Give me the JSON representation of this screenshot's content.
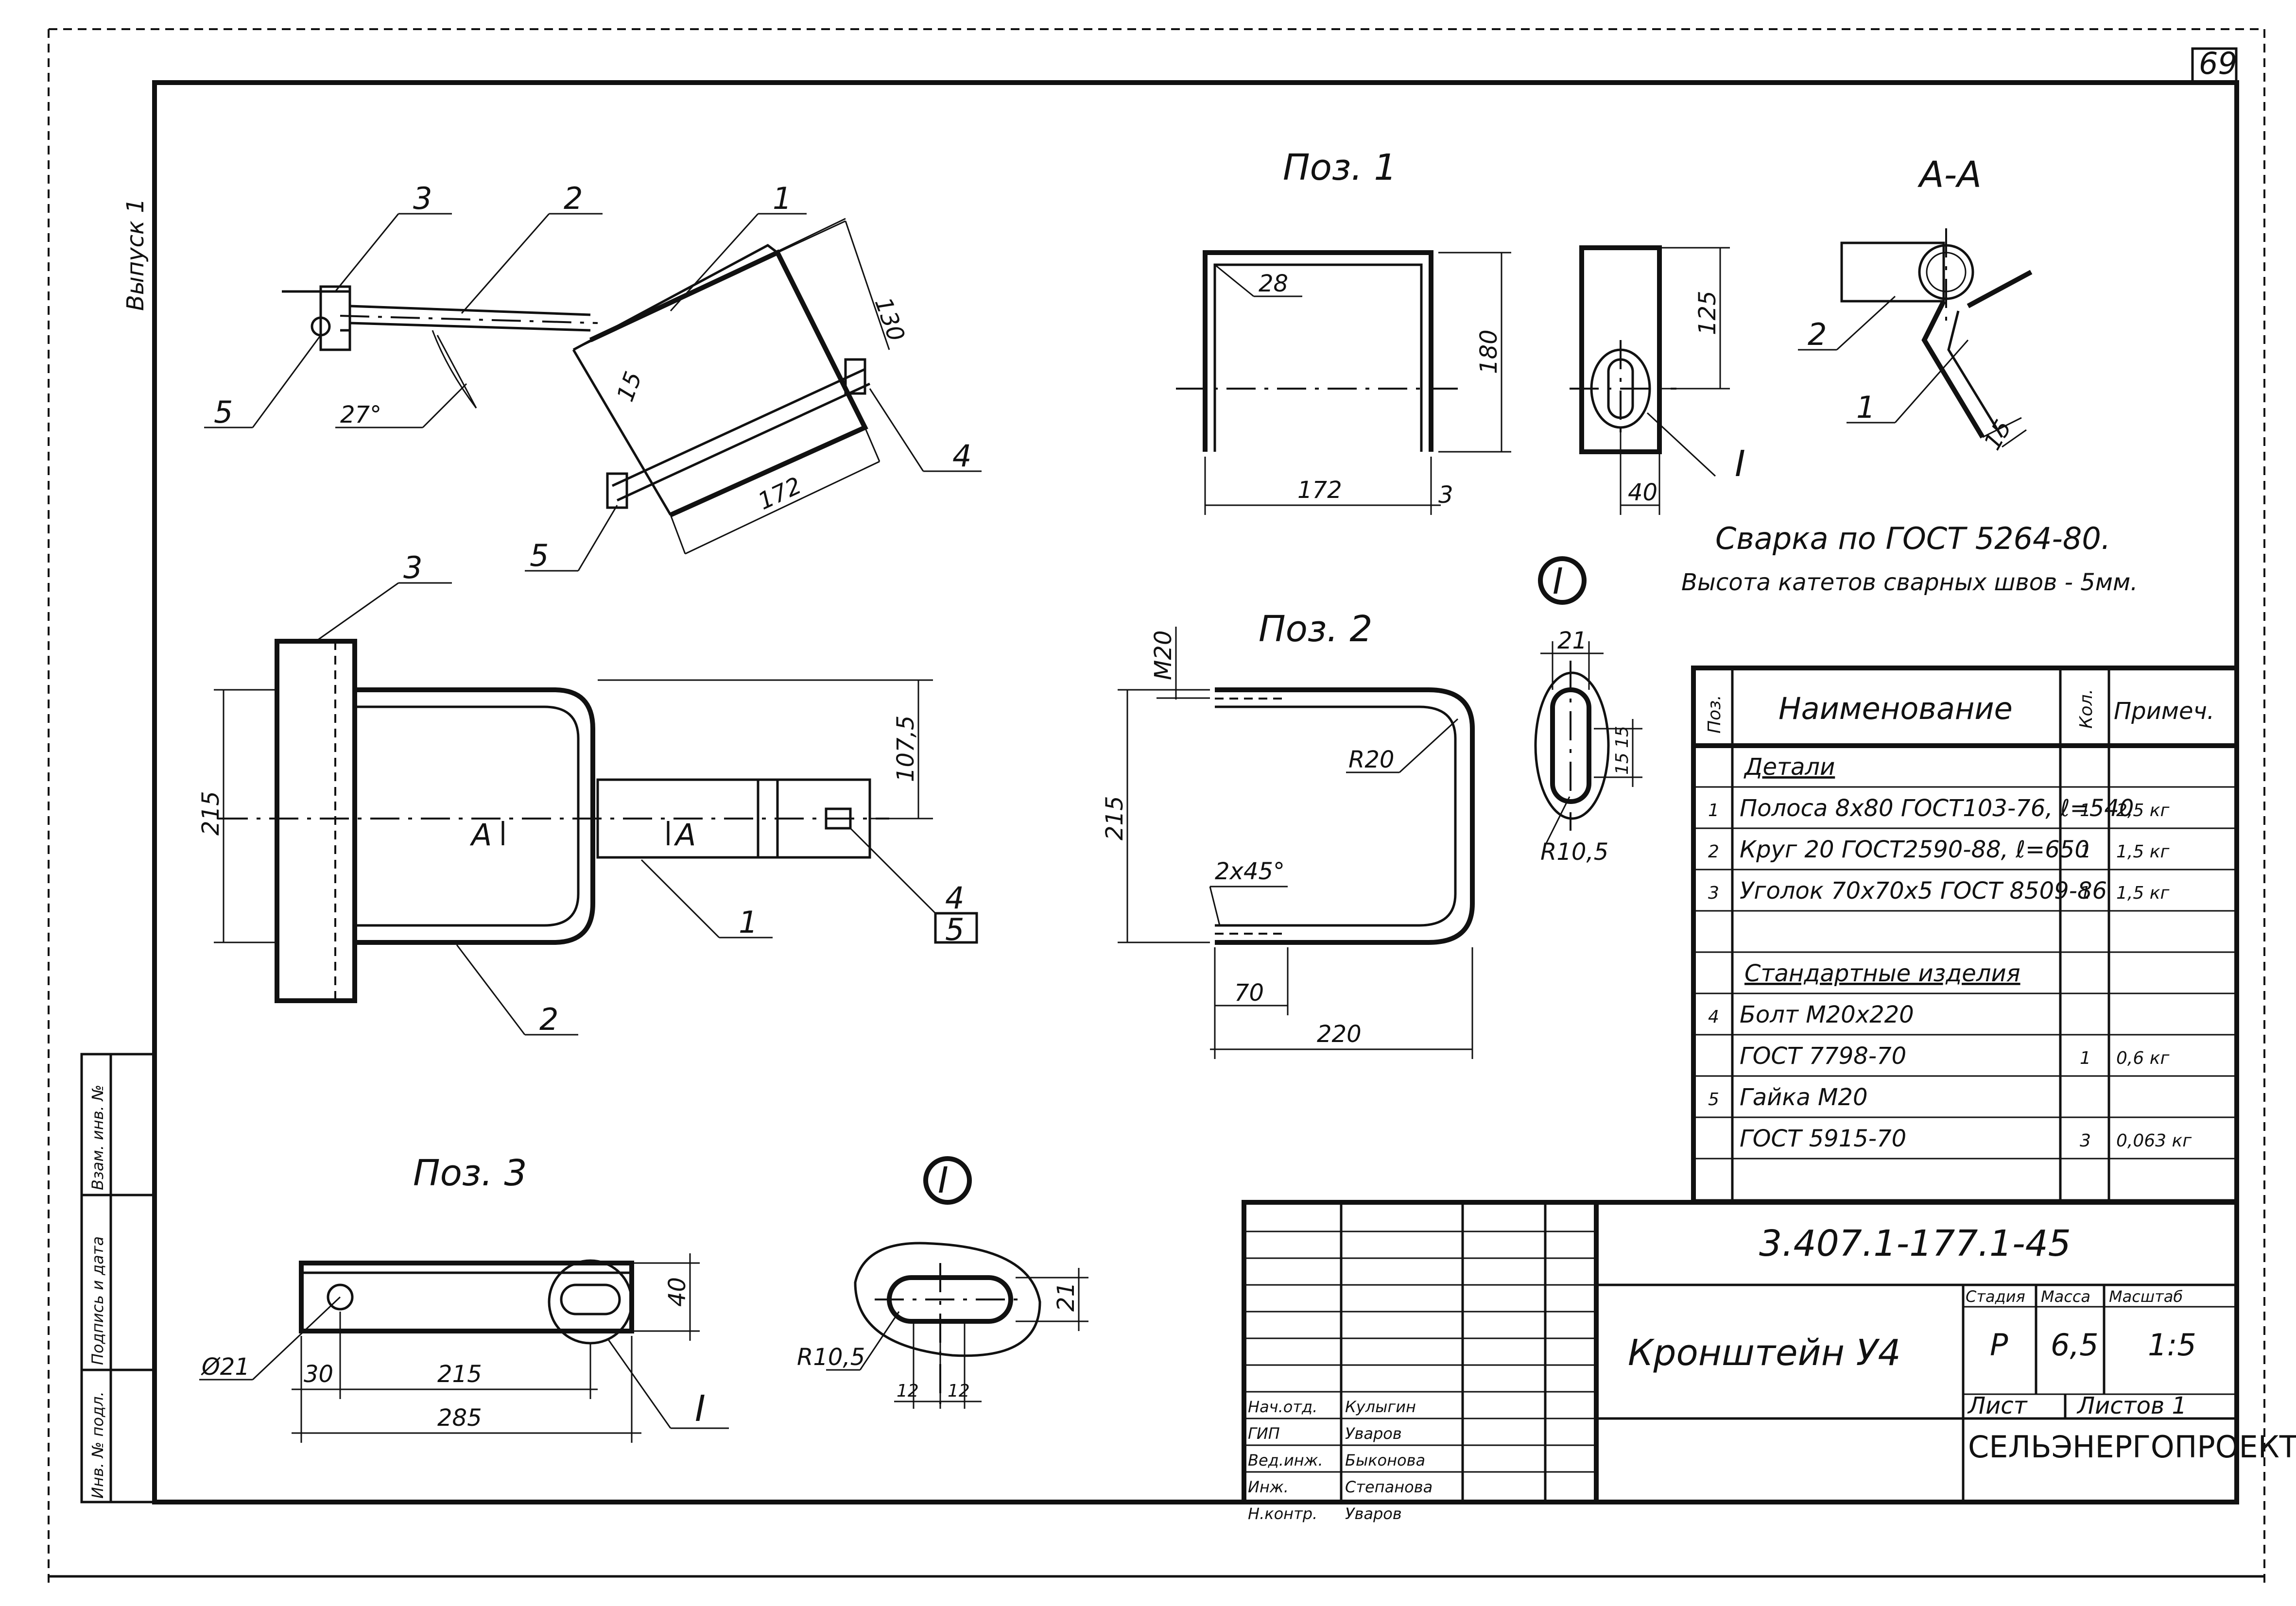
{
  "sheet": {
    "page_number": "69",
    "issue_label": "Выпуск 1",
    "side_stamp": [
      "Инв. № подл.",
      "Подпись и дата",
      "Взам. инв. №"
    ]
  },
  "views": {
    "iso": {
      "leaders": [
        "1",
        "2",
        "3",
        "4",
        "5",
        "5"
      ],
      "dims": [
        "27°",
        "15",
        "130",
        "172"
      ]
    },
    "pos1": {
      "title": "Поз. 1",
      "dims": [
        "28",
        "180",
        "172",
        "3"
      ]
    },
    "pos1_side": {
      "dims": [
        "125",
        "40"
      ],
      "detail_ref": "I"
    },
    "section": {
      "title": "А-А",
      "leaders": [
        "2",
        "1"
      ],
      "dims": [
        "15"
      ]
    },
    "weld_note": [
      "Сварка по ГОСТ 5264-80.",
      "Высота катетов сварных швов - 5мм."
    ],
    "plan": {
      "leaders": [
        "3",
        "1",
        "2",
        "4",
        "5"
      ],
      "dims": [
        "215",
        "107,5"
      ],
      "section_marks": [
        "А",
        "А"
      ]
    },
    "pos2": {
      "title": "Поз. 2",
      "dims": [
        "М20",
        "R20",
        "215",
        "2х45°",
        "70",
        "220"
      ]
    },
    "detail1": {
      "mark": "I",
      "dims": [
        "21",
        "15",
        "15",
        "R10,5"
      ]
    },
    "pos3": {
      "title": "Поз. 3",
      "dims": [
        "Ø21",
        "30",
        "215",
        "285",
        "40"
      ],
      "detail_ref": "I"
    },
    "detail2": {
      "mark": "I",
      "dims": [
        "21",
        "R10,5",
        "12",
        "12"
      ]
    }
  },
  "spec_table": {
    "headers": [
      "Поз.",
      "Наименование",
      "Кол.",
      "Примеч."
    ],
    "rows": [
      {
        "pos": "",
        "name": "Детали",
        "qty": "",
        "note": "",
        "heading": true
      },
      {
        "pos": "1",
        "name": "Полоса 8х80 ГОСТ103-76, ℓ=540",
        "qty": "1",
        "note": "2,5 кг"
      },
      {
        "pos": "2",
        "name": "Круг 20 ГОСТ2590-88, ℓ=650",
        "qty": "1",
        "note": "1,5 кг"
      },
      {
        "pos": "3",
        "name": "Уголок 70х70х5 ГОСТ 8509-86",
        "qty": "1",
        "note": "1,5 кг"
      },
      {
        "pos": "",
        "name": "",
        "qty": "",
        "note": ""
      },
      {
        "pos": "",
        "name": "Стандартные изделия",
        "qty": "",
        "note": "",
        "heading": true
      },
      {
        "pos": "4",
        "name": "Болт М20х220",
        "qty": "",
        "note": ""
      },
      {
        "pos": "",
        "name": "ГОСТ 7798-70",
        "qty": "1",
        "note": "0,6 кг"
      },
      {
        "pos": "5",
        "name": "Гайка М20",
        "qty": "",
        "note": ""
      },
      {
        "pos": "",
        "name": "ГОСТ 5915-70",
        "qty": "3",
        "note": "0,063 кг"
      },
      {
        "pos": "",
        "name": "",
        "qty": "",
        "note": ""
      }
    ]
  },
  "title_block": {
    "doc_code": "3.407.1-177.1-45",
    "item_name": "Кронштейн У4",
    "stage_label": "Стадия",
    "mass_label": "Масса",
    "scale_label": "Масштаб",
    "stage": "Р",
    "mass": "6,5",
    "scale": "1:5",
    "sheet_label": "Лист",
    "sheets_label": "Листов 1",
    "organization": "СЕЛЬЭНЕРГОПРОЕКТ",
    "signatures": [
      {
        "role": "Нач.отд.",
        "name": "Кулыгин"
      },
      {
        "role": "ГИП",
        "name": "Уваров"
      },
      {
        "role": "Вед.инж.",
        "name": "Быконова"
      },
      {
        "role": "Инж.",
        "name": "Степанова"
      },
      {
        "role": "Н.контр.",
        "name": "Уваров"
      }
    ]
  }
}
